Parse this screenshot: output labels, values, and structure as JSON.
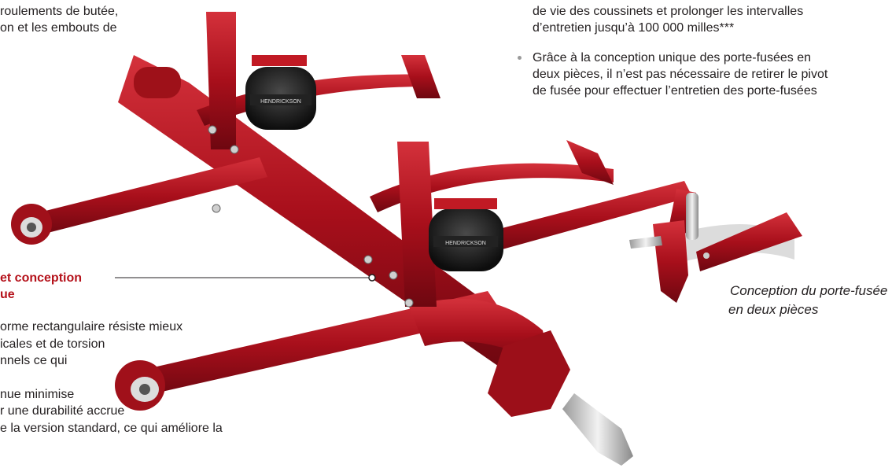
{
  "top_left_text": [
    "roulements de butée,",
    "on et les embouts de"
  ],
  "top_right_text": [
    "de vie des coussinets et prolonger les intervalles",
    "d’entretien jusqu’à 100 000 milles***"
  ],
  "bullet": [
    "Grâce à la conception unique des porte-fusées en",
    "deux pièces, il n’est pas nécessaire de retirer le pivot",
    "de fusée pour effectuer l’entretien des porte-fusées"
  ],
  "section_heading": [
    "et conception",
    "ue"
  ],
  "left_body_text": [
    "orme rectangulaire résiste mieux",
    "icales et de torsion",
    "nnels ce qui",
    "nue minimise",
    "r une durabilité accrue",
    "e la version standard, ce qui améliore la"
  ],
  "caption": [
    "Conception du porte-fusée",
    "en deux pièces"
  ],
  "product_label": "HENDRICKSON",
  "colors": {
    "accent": "#b5121b",
    "frame_red": "#b01420",
    "bullet_gray": "#9a9a9a"
  }
}
